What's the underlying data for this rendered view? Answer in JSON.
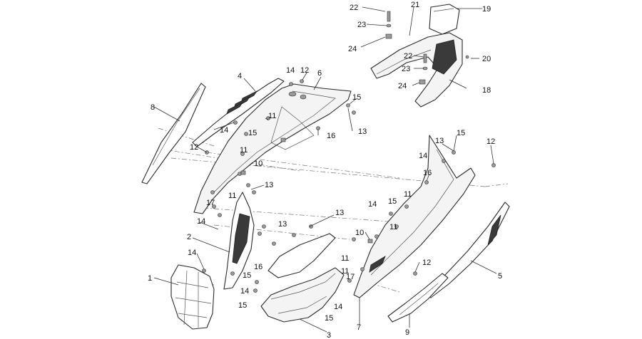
{
  "callouts": [
    {
      "id": "c1",
      "label": "1"
    },
    {
      "id": "c2",
      "label": "2"
    },
    {
      "id": "c3",
      "label": "3"
    },
    {
      "id": "c4",
      "label": "4"
    },
    {
      "id": "c5",
      "label": "5"
    },
    {
      "id": "c6",
      "label": "6"
    },
    {
      "id": "c7",
      "label": "7"
    },
    {
      "id": "c8",
      "label": "8"
    },
    {
      "id": "c9",
      "label": "9"
    },
    {
      "id": "c10a",
      "label": "10"
    },
    {
      "id": "c10b",
      "label": "10"
    },
    {
      "id": "c11a",
      "label": "11"
    },
    {
      "id": "c11b",
      "label": "11"
    },
    {
      "id": "c11c",
      "label": "11"
    },
    {
      "id": "c11d",
      "label": "11"
    },
    {
      "id": "c11e",
      "label": "11"
    },
    {
      "id": "c11f",
      "label": "11"
    },
    {
      "id": "c11g",
      "label": "11"
    },
    {
      "id": "c12a",
      "label": "12"
    },
    {
      "id": "c12b",
      "label": "12"
    },
    {
      "id": "c12c",
      "label": "12"
    },
    {
      "id": "c12d",
      "label": "12"
    },
    {
      "id": "c13a",
      "label": "13"
    },
    {
      "id": "c13b",
      "label": "13"
    },
    {
      "id": "c13c",
      "label": "13"
    },
    {
      "id": "c13d",
      "label": "13"
    },
    {
      "id": "c13e",
      "label": "13"
    },
    {
      "id": "c14a",
      "label": "14"
    },
    {
      "id": "c14b",
      "label": "14"
    },
    {
      "id": "c14c",
      "label": "14"
    },
    {
      "id": "c14d",
      "label": "14"
    },
    {
      "id": "c14e",
      "label": "14"
    },
    {
      "id": "c14f",
      "label": "14"
    },
    {
      "id": "c14g",
      "label": "14"
    },
    {
      "id": "c14h",
      "label": "14"
    },
    {
      "id": "c15a",
      "label": "15"
    },
    {
      "id": "c15b",
      "label": "15"
    },
    {
      "id": "c15c",
      "label": "15"
    },
    {
      "id": "c15d",
      "label": "15"
    },
    {
      "id": "c15e",
      "label": "15"
    },
    {
      "id": "c15f",
      "label": "15"
    },
    {
      "id": "c15g",
      "label": "15"
    },
    {
      "id": "c16a",
      "label": "16"
    },
    {
      "id": "c16b",
      "label": "16"
    },
    {
      "id": "c16c",
      "label": "16"
    },
    {
      "id": "c17a",
      "label": "17"
    },
    {
      "id": "c17b",
      "label": "17"
    },
    {
      "id": "c18",
      "label": "18"
    },
    {
      "id": "c19",
      "label": "19"
    },
    {
      "id": "c20",
      "label": "20"
    },
    {
      "id": "c21",
      "label": "21"
    },
    {
      "id": "c22a",
      "label": "22"
    },
    {
      "id": "c22b",
      "label": "22"
    },
    {
      "id": "c23a",
      "label": "23"
    },
    {
      "id": "c23b",
      "label": "23"
    },
    {
      "id": "c24a",
      "label": "24"
    },
    {
      "id": "c24b",
      "label": "24"
    }
  ]
}
